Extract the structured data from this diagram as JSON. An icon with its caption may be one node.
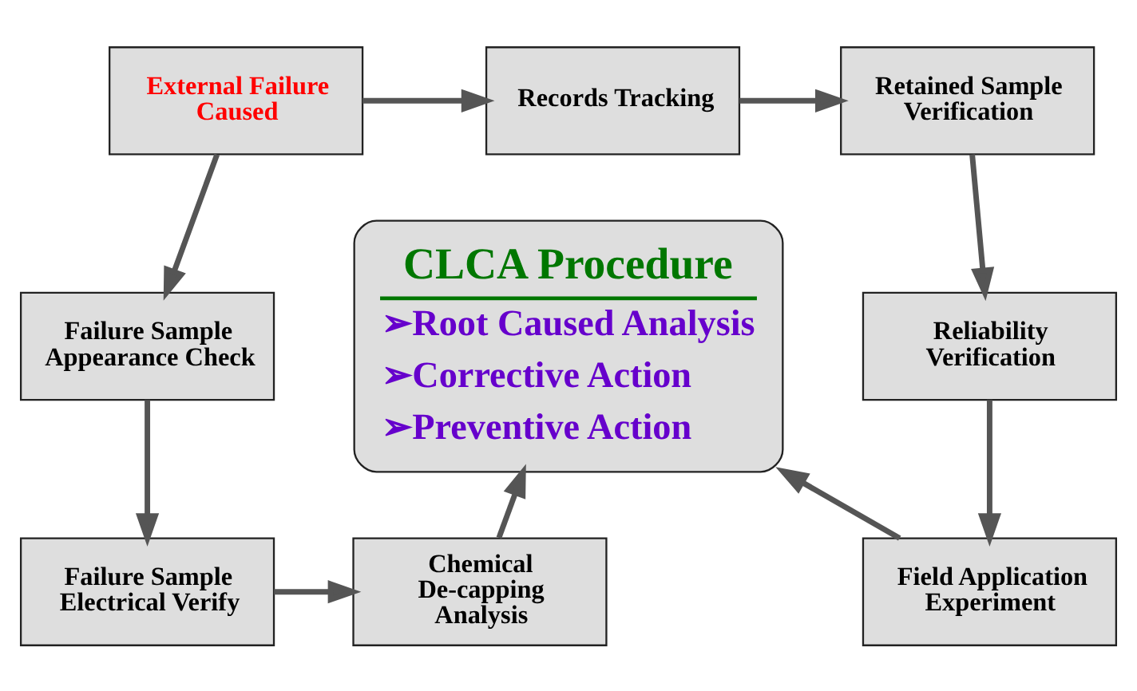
{
  "diagram": {
    "nodes": [
      {
        "text": [
          "External Failure Caused"
        ]
      },
      {
        "text": [
          "Records Tracking"
        ]
      },
      {
        "text": [
          "Retained Sample Verification"
        ]
      },
      {
        "text": [
          "Failure Sample Appearance Check"
        ]
      },
      {
        "text": [
          "CLCA Procedure",
          "➢Root Caused Analysis",
          "➢Corrective Action",
          "➢Preventive Action"
        ]
      },
      {
        "text": [
          "Reliability Verification"
        ]
      },
      {
        "text": [
          "Failure Sample Electrical Verify"
        ]
      },
      {
        "text": [
          "Chemical De-capping Analysis"
        ]
      },
      {
        "text": [
          "Field Application Experiment"
        ]
      }
    ],
    "edges": [
      {
        "from": 0,
        "to": 1,
        "arrow": "to"
      },
      {
        "from": 1,
        "to": 2,
        "arrow": "to"
      },
      {
        "from": 2,
        "to": 5,
        "arrow": "to"
      },
      {
        "from": 5,
        "to": 8,
        "arrow": "to"
      },
      {
        "from": 0,
        "to": 3,
        "arrow": "to"
      },
      {
        "from": 3,
        "to": 6,
        "arrow": "to"
      },
      {
        "from": 6,
        "to": 7,
        "arrow": "to"
      },
      {
        "from": 7,
        "to": 4,
        "arrow": "to"
      },
      {
        "from": 8,
        "to": 4,
        "arrow": "to"
      }
    ]
  }
}
